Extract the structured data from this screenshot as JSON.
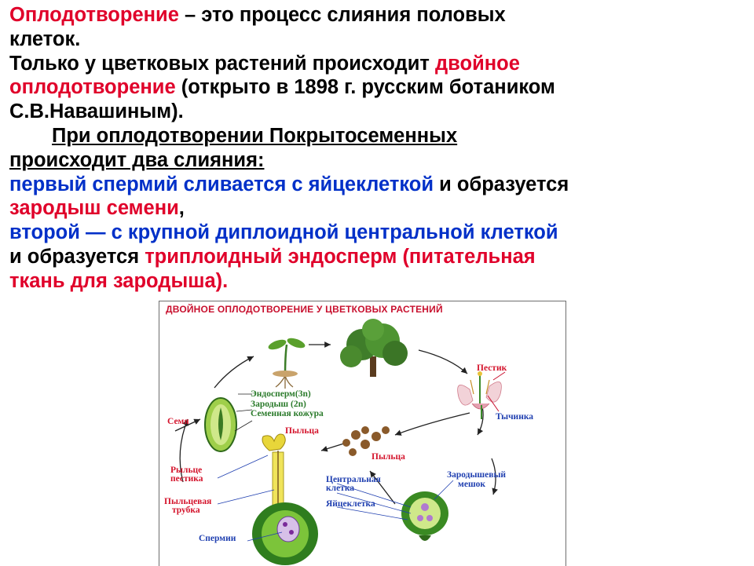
{
  "text": {
    "p1_red": "Оплодотворение",
    "p1_rest": " – это процесс  слияния  половых",
    "p1_line2": "клеток.",
    "p2_a": "Только у цветковых растений  происходит ",
    "p2_red1": "двойное",
    "p2_red2": "оплодотворение",
    "p2_b": " (открыто в 1898 г.  русским ботаником",
    "p2_c": "С.В.Навашиным).",
    "p3_line1": "При  оплодотворении  Покрытосеменных",
    "p3_line2": "происходит два слияния: ",
    "s1_blue": "первый спермий сливается с яйцеклеткой",
    "s1_black": " и образуется",
    "s1_red": "зародыш семени",
    "s1_comma": ",",
    "s2_blue": "второй — с крупной диплоидной  центральной клеткой",
    "s2_black": "и образуется ",
    "s2_red1": "триплоидный эндосперм (питательная",
    "s2_red2": "ткань для зародыша)."
  },
  "figure": {
    "title": "ДВОЙНОЕ ОПЛОДОТВОРЕНИЕ У ЦВЕТКОВЫХ РАСТЕНИЙ",
    "labels": {
      "pestik": "Пестик",
      "tychinka": "Тычинка",
      "endosperm": "Эндосперм(3n)",
      "zarodysh": "Зародыш (2n)",
      "kozhura": "Семенная кожура",
      "semya": "Семя",
      "pyltsa_top": "Пыльца",
      "pyltsa_mid": "Пыльца",
      "rylce1": "Рыльце",
      "rylce2": "пестика",
      "trubka1": "Пыльцевая",
      "trubka2": "трубка",
      "spermii": "Спермии",
      "central1": "Центральная",
      "central2": "клетка",
      "yaiceklet": "Яйцеклетка",
      "meshok1": "Зародышевый",
      "meshok2": "мешок"
    }
  },
  "colors": {
    "red": "#e0002a",
    "blue": "#0030c8",
    "figure_title": "#c8102e"
  }
}
